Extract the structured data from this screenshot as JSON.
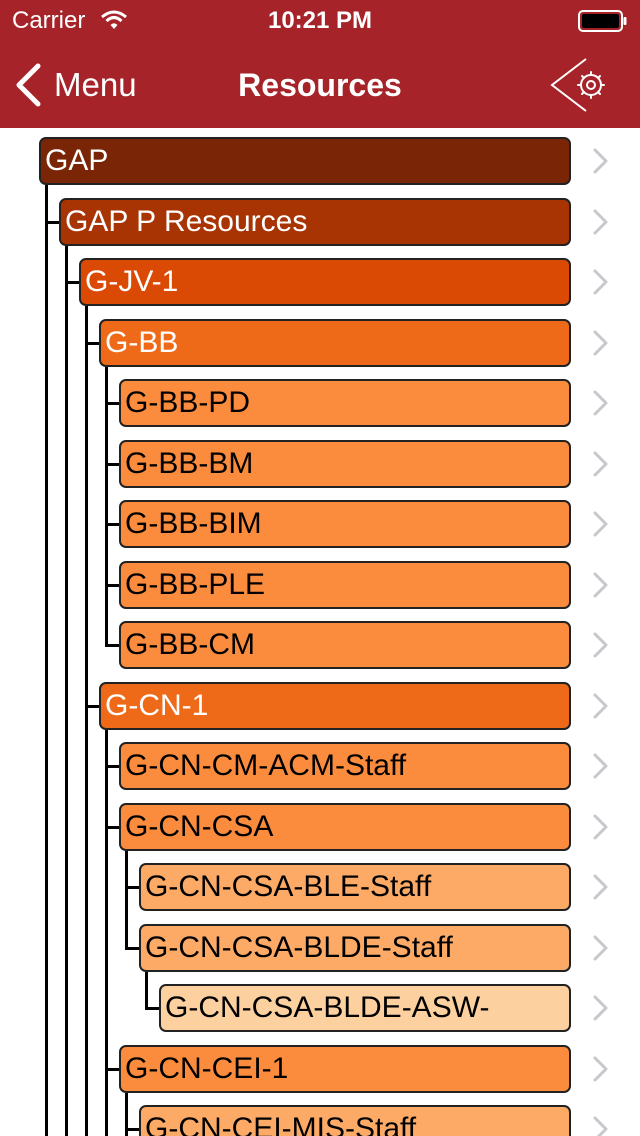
{
  "status_bar": {
    "carrier": "Carrier",
    "time": "10:21 PM"
  },
  "nav": {
    "back_label": "Menu",
    "title": "Resources"
  },
  "colors": {
    "nav_bg": "#a62429",
    "chevron": "#c7c7cc",
    "level_bg": [
      "#7a2606",
      "#a83404",
      "#db4a04",
      "#ee6a18",
      "#fb8c3d",
      "#fdaa67",
      "#fdd0a0"
    ],
    "level_fg": [
      "#ffffff",
      "#ffffff",
      "#ffffff",
      "#ffffff",
      "#000000",
      "#000000",
      "#000000"
    ]
  },
  "tree": {
    "nodes": [
      {
        "label": "GAP",
        "level": 0
      },
      {
        "label": "GAP P Resources",
        "level": 1
      },
      {
        "label": "G-JV-1",
        "level": 2
      },
      {
        "label": "G-BB",
        "level": 3
      },
      {
        "label": "G-BB-PD",
        "level": 4
      },
      {
        "label": "G-BB-BM",
        "level": 4
      },
      {
        "label": "G-BB-BIM",
        "level": 4
      },
      {
        "label": "G-BB-PLE",
        "level": 4
      },
      {
        "label": "G-BB-CM",
        "level": 4
      },
      {
        "label": "G-CN-1",
        "level": 3
      },
      {
        "label": "G-CN-CM-ACM-Staff",
        "level": 4
      },
      {
        "label": "G-CN-CSA",
        "level": 4
      },
      {
        "label": "G-CN-CSA-BLE-Staff",
        "level": 5
      },
      {
        "label": "G-CN-CSA-BLDE-Staff",
        "level": 5
      },
      {
        "label": "G-CN-CSA-BLDE-ASW-",
        "level": 6
      },
      {
        "label": "G-CN-CEI-1",
        "level": 4
      },
      {
        "label": "G-CN-CEI-MIS-Staff",
        "level": 5
      }
    ]
  }
}
